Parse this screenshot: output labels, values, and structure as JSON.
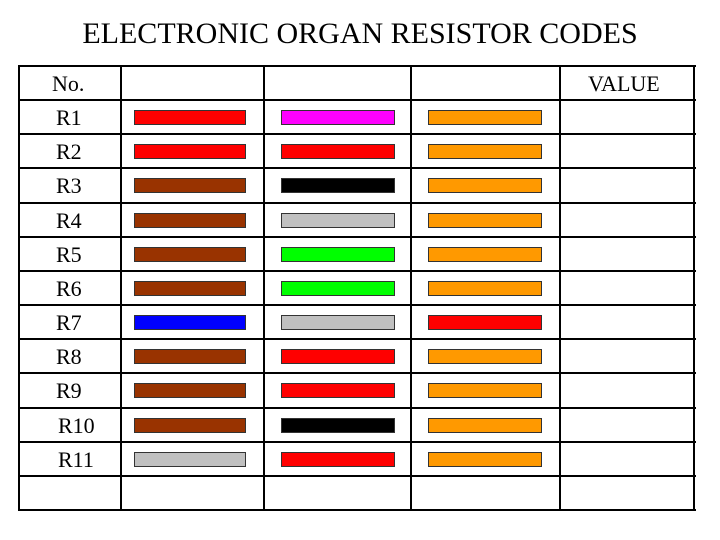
{
  "title": "ELECTRONIC ORGAN RESISTOR CODES",
  "header": {
    "no": "No.",
    "value": "VALUE"
  },
  "colors": {
    "red": "#ff0000",
    "magenta": "#ff00ff",
    "orange": "#ff9900",
    "brown": "#993300",
    "black": "#000000",
    "grey": "#c0c0c0",
    "green": "#00ff00",
    "blue": "#0000ff"
  },
  "rows": [
    {
      "label": "R1",
      "bands": [
        "red",
        "magenta",
        "orange"
      ],
      "value": ""
    },
    {
      "label": "R2",
      "bands": [
        "red",
        "red",
        "orange"
      ],
      "value": ""
    },
    {
      "label": "R3",
      "bands": [
        "brown",
        "black",
        "orange"
      ],
      "value": ""
    },
    {
      "label": "R4",
      "bands": [
        "brown",
        "grey",
        "orange"
      ],
      "value": ""
    },
    {
      "label": "R5",
      "bands": [
        "brown",
        "green",
        "orange"
      ],
      "value": ""
    },
    {
      "label": "R6",
      "bands": [
        "brown",
        "green",
        "orange"
      ],
      "value": ""
    },
    {
      "label": "R7",
      "bands": [
        "blue",
        "grey",
        "red"
      ],
      "value": ""
    },
    {
      "label": "R8",
      "bands": [
        "brown",
        "red",
        "orange"
      ],
      "value": ""
    },
    {
      "label": "R9",
      "bands": [
        "brown",
        "red",
        "orange"
      ],
      "value": ""
    },
    {
      "label": "R10",
      "bands": [
        "brown",
        "black",
        "orange"
      ],
      "value": ""
    },
    {
      "label": "R11",
      "bands": [
        "grey",
        "red",
        "orange"
      ],
      "value": ""
    },
    {
      "label": "",
      "bands": [],
      "value": ""
    }
  ]
}
